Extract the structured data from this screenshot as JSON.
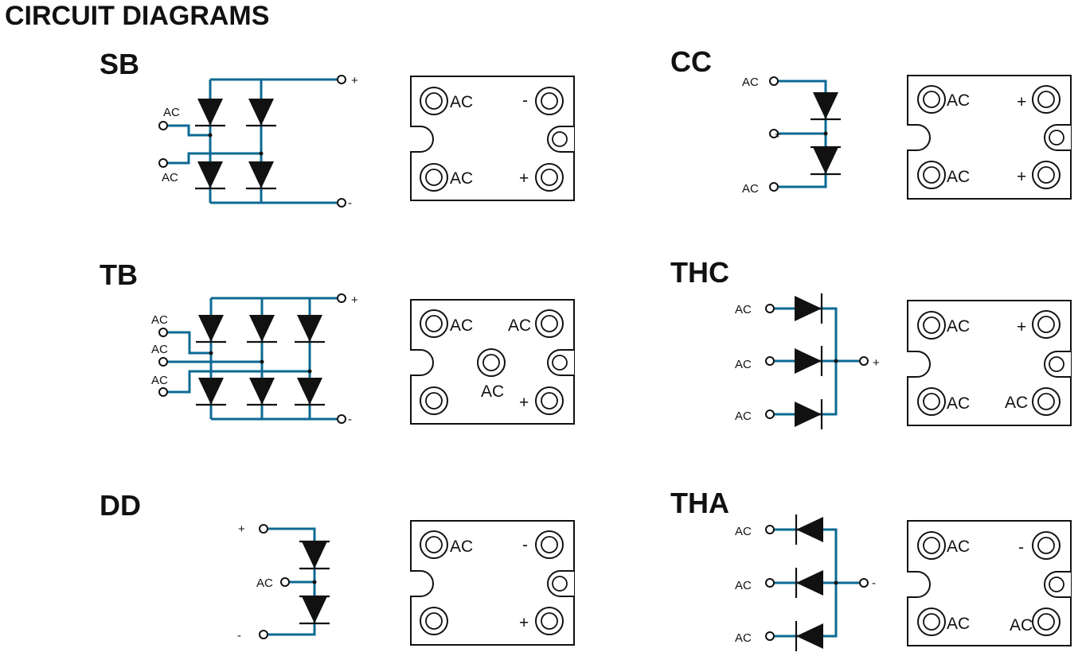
{
  "title": "CIRCUIT DIAGRAMS",
  "sections": {
    "sb": {
      "name": "SB",
      "schematic": {
        "ac_top": "AC",
        "ac_bottom": "AC",
        "plus": "+",
        "minus": "-"
      },
      "package": {
        "tl": "AC",
        "tr": "-",
        "bl": "AC",
        "br": "+"
      }
    },
    "cc": {
      "name": "CC",
      "schematic": {
        "ac_top": "AC",
        "mid": "+",
        "ac_bottom": "AC"
      },
      "package": {
        "tl": "AC",
        "tr": "+",
        "bl": "AC",
        "br": "+"
      }
    },
    "tb": {
      "name": "TB",
      "schematic": {
        "ac1": "AC",
        "ac2": "AC",
        "ac3": "AC",
        "plus": "+",
        "minus": "-"
      },
      "package": {
        "tl": "AC",
        "tr": "AC",
        "center": "AC",
        "br": "+"
      }
    },
    "thc": {
      "name": "THC",
      "schematic": {
        "ac1": "AC",
        "ac2": "AC",
        "ac3": "AC",
        "out": "+"
      },
      "package": {
        "tl": "AC",
        "tr": "+",
        "bl": "AC",
        "br": "AC"
      }
    },
    "dd": {
      "name": "DD",
      "schematic": {
        "top": "+",
        "mid": "AC",
        "bottom": "-"
      },
      "package": {
        "tl": "AC",
        "tr": "-",
        "br": "+"
      }
    },
    "tha": {
      "name": "THA",
      "schematic": {
        "ac1": "AC",
        "ac2": "AC",
        "ac3": "AC",
        "out": "-"
      },
      "package": {
        "tl": "AC",
        "tr": "-",
        "bl": "AC",
        "br": "AC"
      }
    }
  }
}
